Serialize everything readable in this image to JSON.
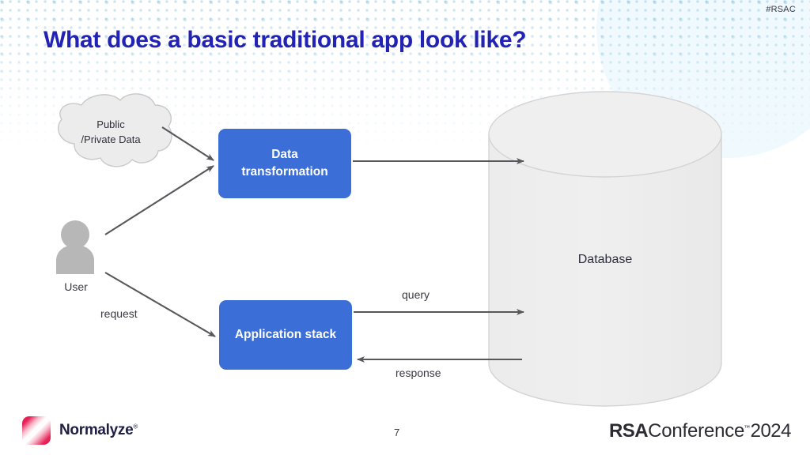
{
  "header": {
    "hashtag": "#RSAC",
    "title": "What does a basic traditional app look like?"
  },
  "diagram": {
    "cloud": {
      "label_line1": "Public",
      "label_line2": "/Private Data",
      "fill_color": "#ececec",
      "stroke_color": "#c7c7c7"
    },
    "user": {
      "label": "User",
      "icon": "user-silhouette-icon",
      "color": "#b5b5b5"
    },
    "boxes": [
      {
        "id": "data-transformation",
        "label_line1": "Data",
        "label_line2": "transformation",
        "fill_color": "#3b6ed6",
        "text_color": "#ffffff"
      },
      {
        "id": "application-stack",
        "label_line1": "Application stack",
        "label_line2": "",
        "fill_color": "#3b6ed6",
        "text_color": "#ffffff"
      }
    ],
    "database": {
      "label": "Database",
      "fill_color": "#eeeeee",
      "stroke_color": "#d2d2d2"
    },
    "connectors": [
      {
        "id": "cloud-to-transform",
        "label": "",
        "from": "cloud",
        "to": "data-transformation",
        "arrow": true
      },
      {
        "id": "user-to-transform",
        "label": "",
        "from": "user",
        "to": "data-transformation",
        "arrow": true
      },
      {
        "id": "user-to-appstack",
        "label": "request",
        "from": "user",
        "to": "application-stack",
        "arrow": true
      },
      {
        "id": "transform-to-database",
        "label": "",
        "from": "data-transformation",
        "to": "database",
        "arrow": true
      },
      {
        "id": "appstack-to-database",
        "label": "query",
        "from": "application-stack",
        "to": "database",
        "arrow": true
      },
      {
        "id": "database-to-appstack",
        "label": "response",
        "from": "database",
        "to": "application-stack",
        "arrow": true
      }
    ],
    "connector_color": "#58585c"
  },
  "footer": {
    "brand_name": "Normalyze",
    "brand_trademark": "®",
    "page_number": "7",
    "conference_bold": "RSA",
    "conference_light": "Conference",
    "conference_tm": "™",
    "conference_year": "2024"
  }
}
